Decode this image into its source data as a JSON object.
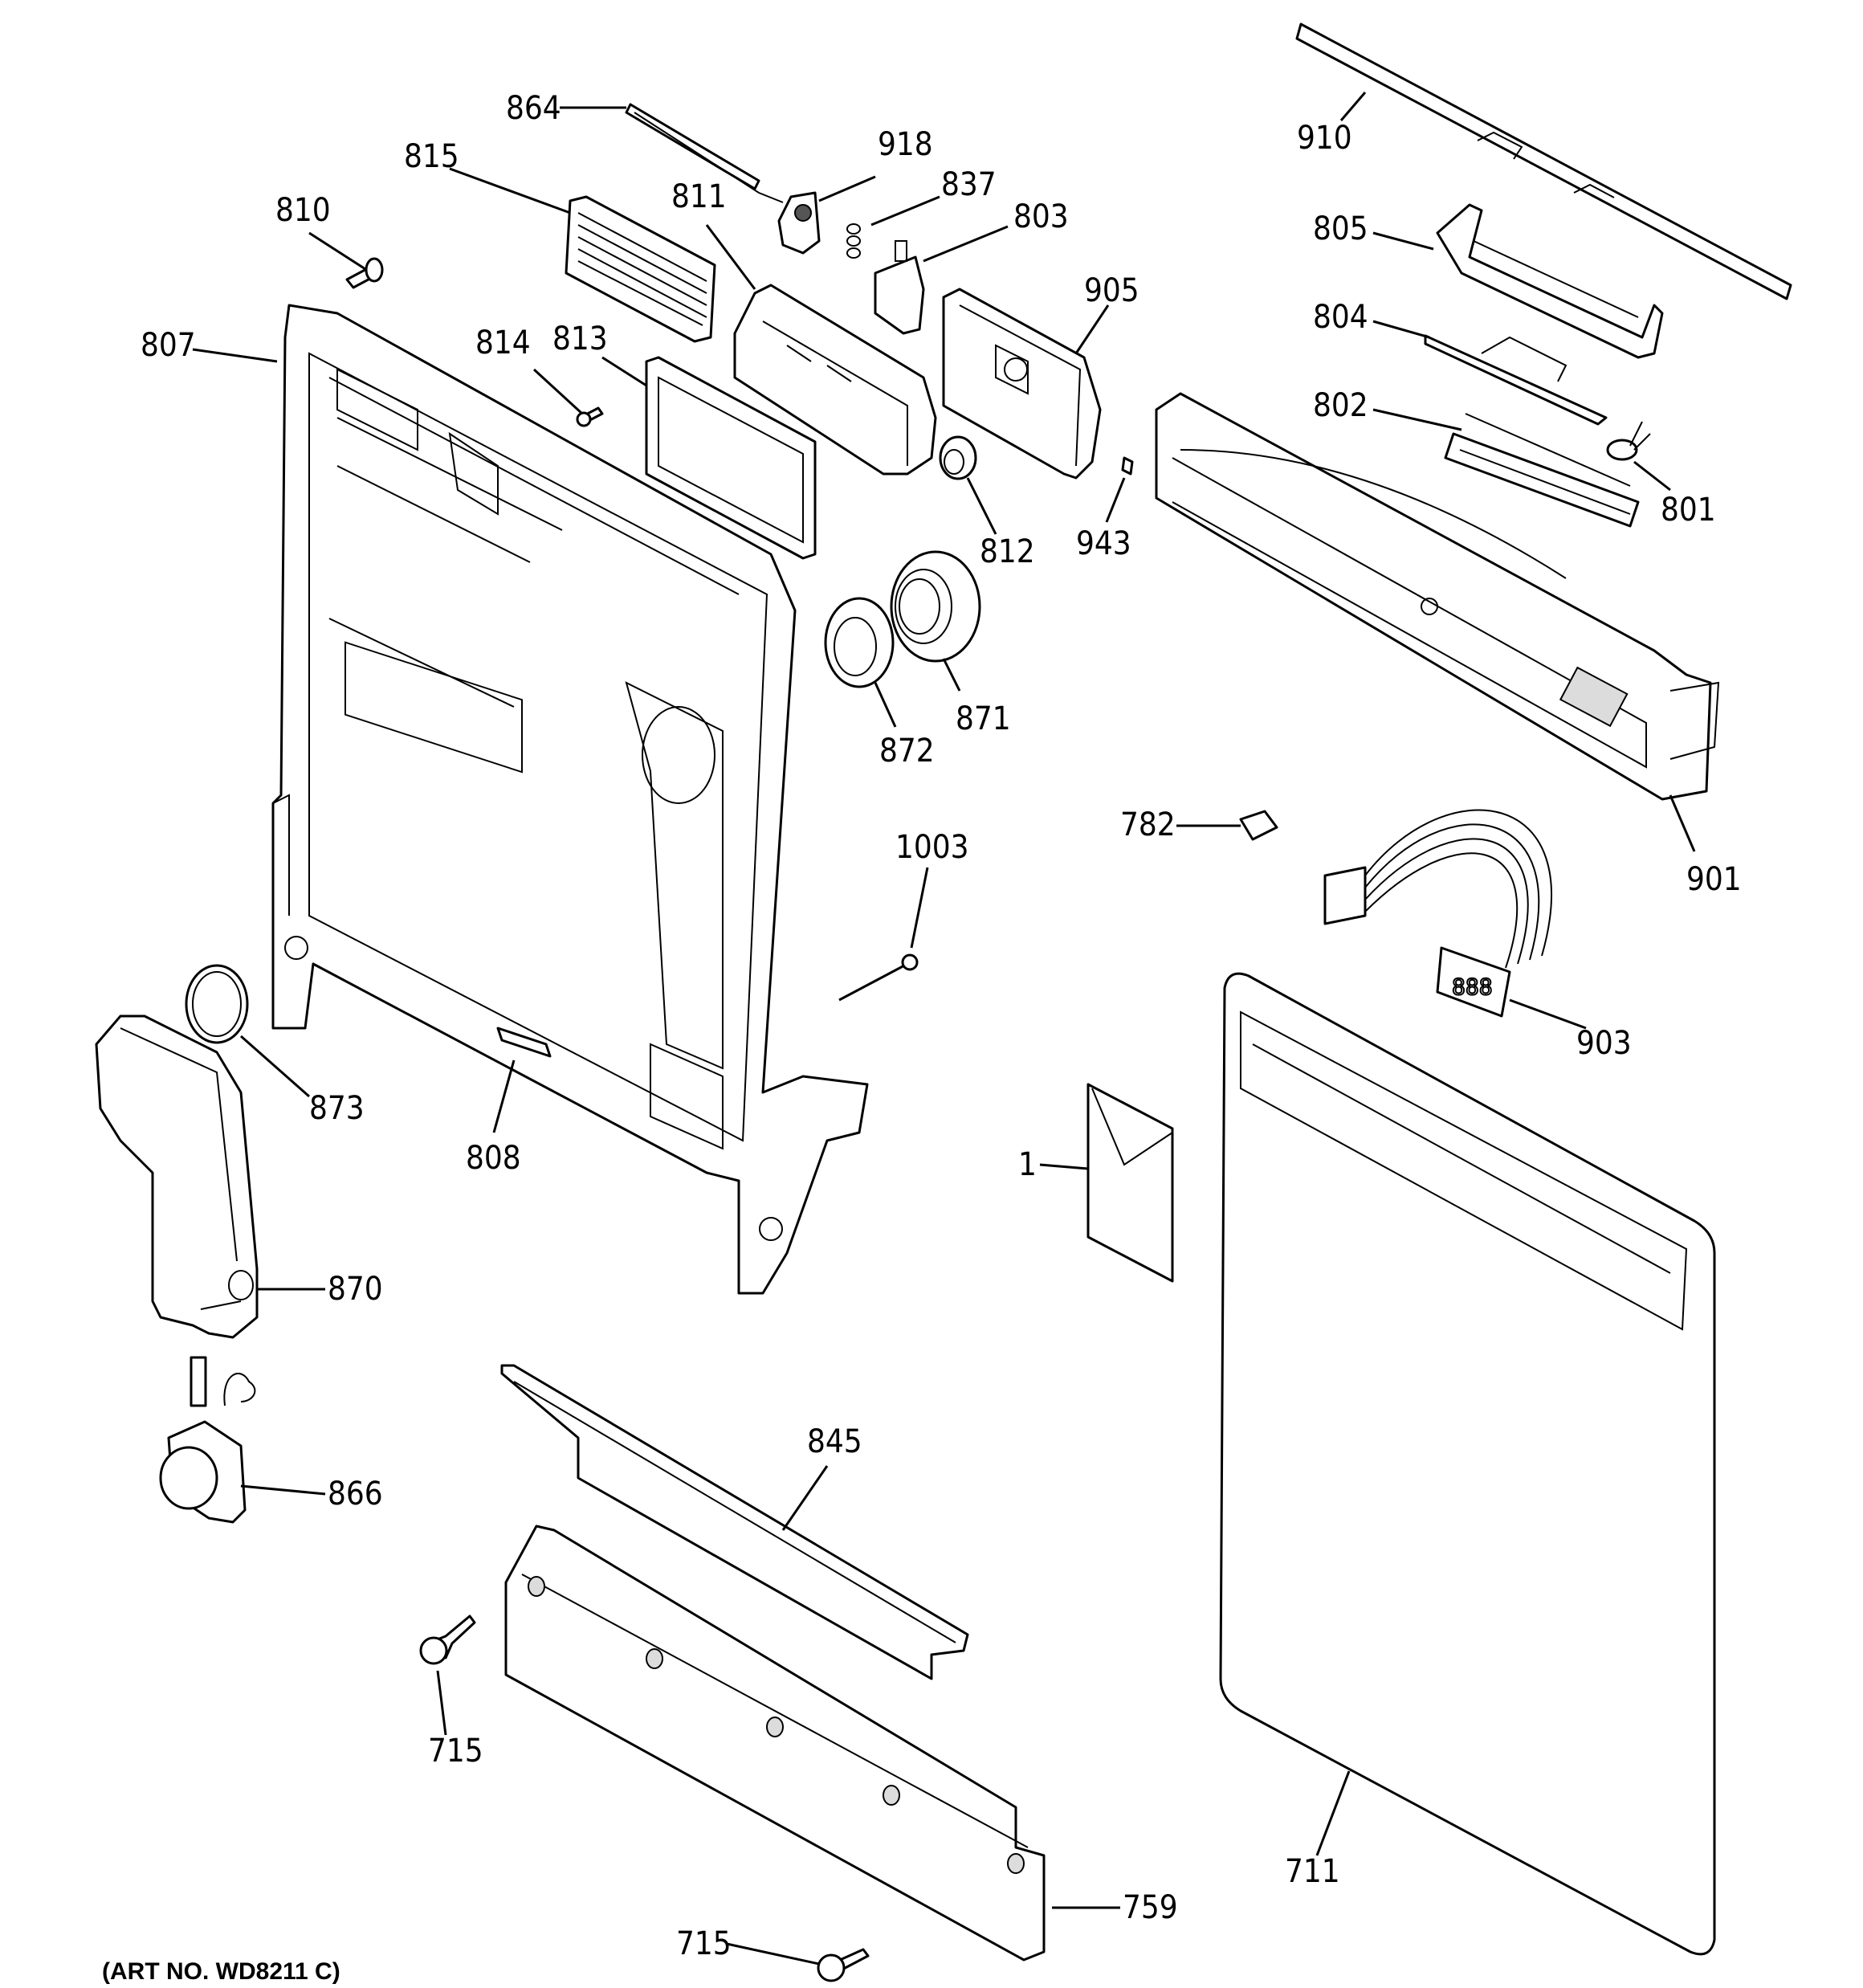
{
  "diagram": {
    "art_number": "(ART NO. WD8211 C)",
    "callouts": [
      {
        "id": "c-864",
        "label": "864"
      },
      {
        "id": "c-918",
        "label": "918"
      },
      {
        "id": "c-815",
        "label": "815"
      },
      {
        "id": "c-837",
        "label": "837"
      },
      {
        "id": "c-811",
        "label": "811"
      },
      {
        "id": "c-803",
        "label": "803"
      },
      {
        "id": "c-810",
        "label": "810"
      },
      {
        "id": "c-905",
        "label": "905"
      },
      {
        "id": "c-807",
        "label": "807"
      },
      {
        "id": "c-814",
        "label": "814"
      },
      {
        "id": "c-813",
        "label": "813"
      },
      {
        "id": "c-812",
        "label": "812"
      },
      {
        "id": "c-943",
        "label": "943"
      },
      {
        "id": "c-910",
        "label": "910"
      },
      {
        "id": "c-805",
        "label": "805"
      },
      {
        "id": "c-804",
        "label": "804"
      },
      {
        "id": "c-802",
        "label": "802"
      },
      {
        "id": "c-801",
        "label": "801"
      },
      {
        "id": "c-872",
        "label": "872"
      },
      {
        "id": "c-871",
        "label": "871"
      },
      {
        "id": "c-901",
        "label": "901"
      },
      {
        "id": "c-782",
        "label": "782"
      },
      {
        "id": "c-1003",
        "label": "1003"
      },
      {
        "id": "c-903",
        "label": "903"
      },
      {
        "id": "c-873",
        "label": "873"
      },
      {
        "id": "c-808",
        "label": "808"
      },
      {
        "id": "c-1",
        "label": "1"
      },
      {
        "id": "c-870",
        "label": "870"
      },
      {
        "id": "c-866",
        "label": "866"
      },
      {
        "id": "c-845",
        "label": "845"
      },
      {
        "id": "c-715a",
        "label": "715"
      },
      {
        "id": "c-711",
        "label": "711"
      },
      {
        "id": "c-715b",
        "label": "715"
      },
      {
        "id": "c-759",
        "label": "759"
      }
    ]
  }
}
